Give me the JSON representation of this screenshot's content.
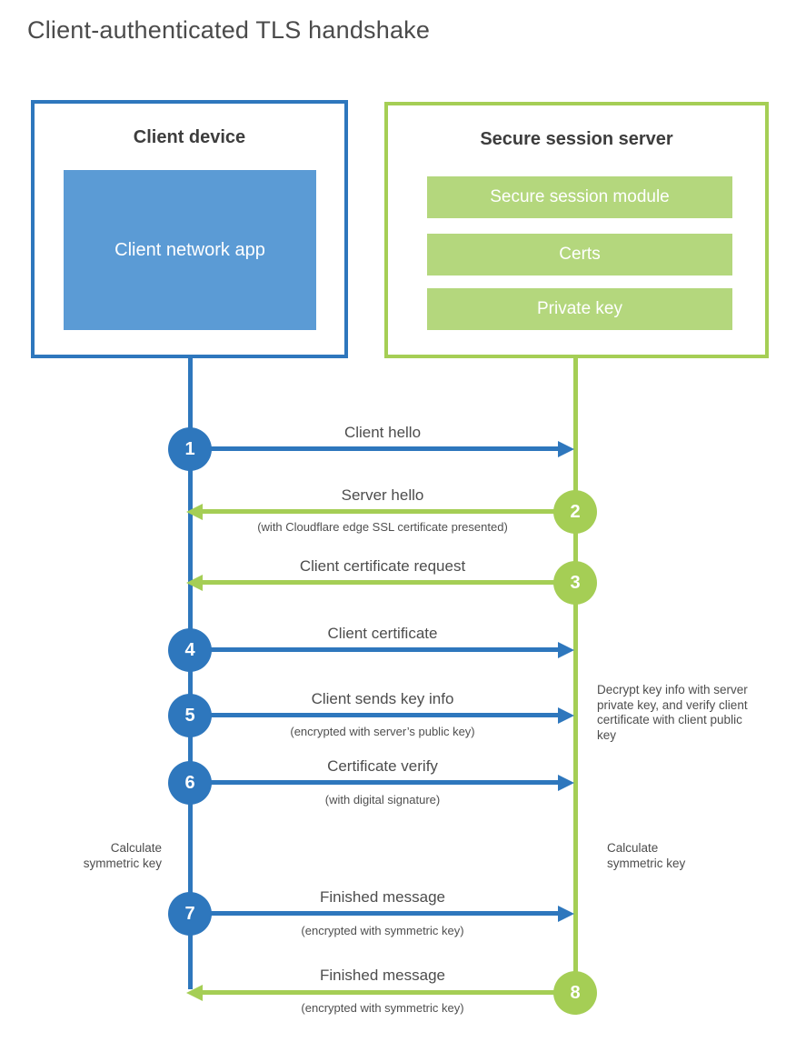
{
  "title": "Client-authenticated TLS handshake",
  "colors": {
    "blue": "#2e77bd",
    "blue_fill": "#5b9bd5",
    "green": "#a5ce55",
    "green_fill": "#b4d77d",
    "text": "#4d4d4d"
  },
  "client_box": {
    "title": "Client device",
    "inner_label": "Client network app"
  },
  "server_box": {
    "title": "Secure session server",
    "modules": [
      "Secure session module",
      "Certs",
      "Private key"
    ]
  },
  "steps": [
    {
      "num": "1",
      "from": "client",
      "direction": "right",
      "label": "Client hello",
      "sublabel": ""
    },
    {
      "num": "2",
      "from": "server",
      "direction": "left",
      "label": "Server hello",
      "sublabel": "(with Cloudflare edge SSL certificate presented)"
    },
    {
      "num": "3",
      "from": "server",
      "direction": "left",
      "label": "Client certificate request",
      "sublabel": ""
    },
    {
      "num": "4",
      "from": "client",
      "direction": "right",
      "label": "Client certificate",
      "sublabel": ""
    },
    {
      "num": "5",
      "from": "client",
      "direction": "right",
      "label": "Client sends key info",
      "sublabel": "(encrypted with server’s public key)"
    },
    {
      "num": "6",
      "from": "client",
      "direction": "right",
      "label": "Certificate verify",
      "sublabel": "(with digital signature)"
    },
    {
      "num": "7",
      "from": "client",
      "direction": "right",
      "label": "Finished message",
      "sublabel": "(encrypted with symmetric key)"
    },
    {
      "num": "8",
      "from": "server",
      "direction": "left",
      "label": "Finished message",
      "sublabel": "(encrypted with symmetric key)"
    }
  ],
  "annotations": {
    "decrypt_note": "Decrypt key info with server private key, and verify client certificate with client public key",
    "calc_left": "Calculate symmetric key",
    "calc_right": "Calculate symmetric key"
  }
}
